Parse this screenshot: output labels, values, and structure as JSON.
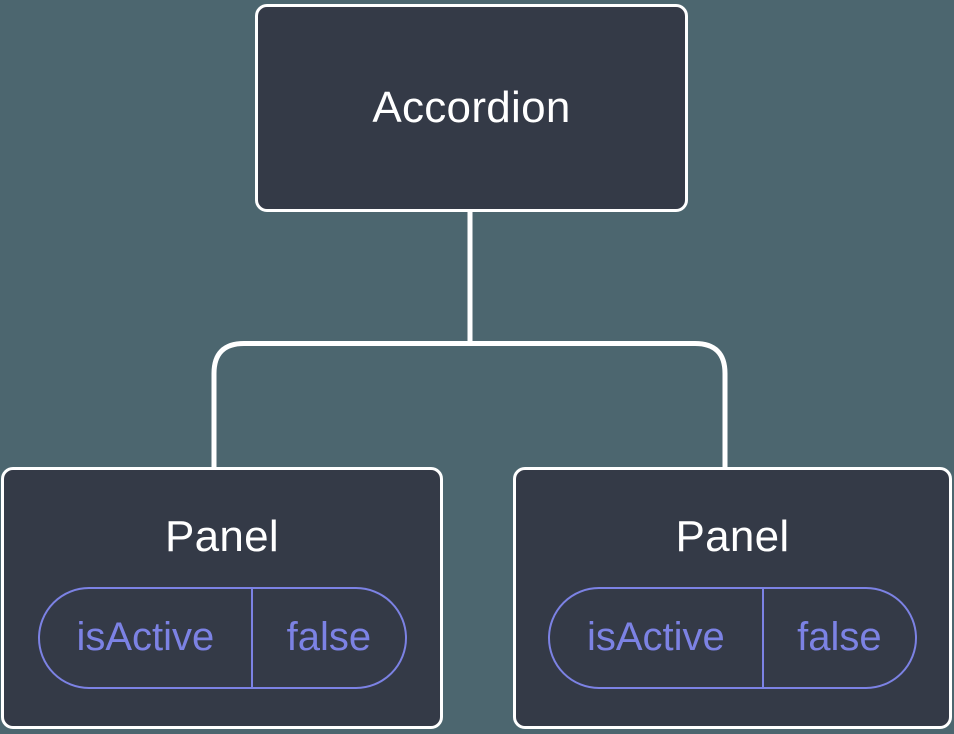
{
  "tree": {
    "root": {
      "label": "Accordion"
    },
    "children": [
      {
        "label": "Panel",
        "state": {
          "key": "isActive",
          "value": "false"
        }
      },
      {
        "label": "Panel",
        "state": {
          "key": "isActive",
          "value": "false"
        }
      }
    ]
  },
  "colors": {
    "background": "#4c666f",
    "node_fill": "#343a47",
    "node_border": "#ffffff",
    "node_text": "#ffffff",
    "state_accent": "#7c82e4",
    "connector": "#ffffff"
  }
}
